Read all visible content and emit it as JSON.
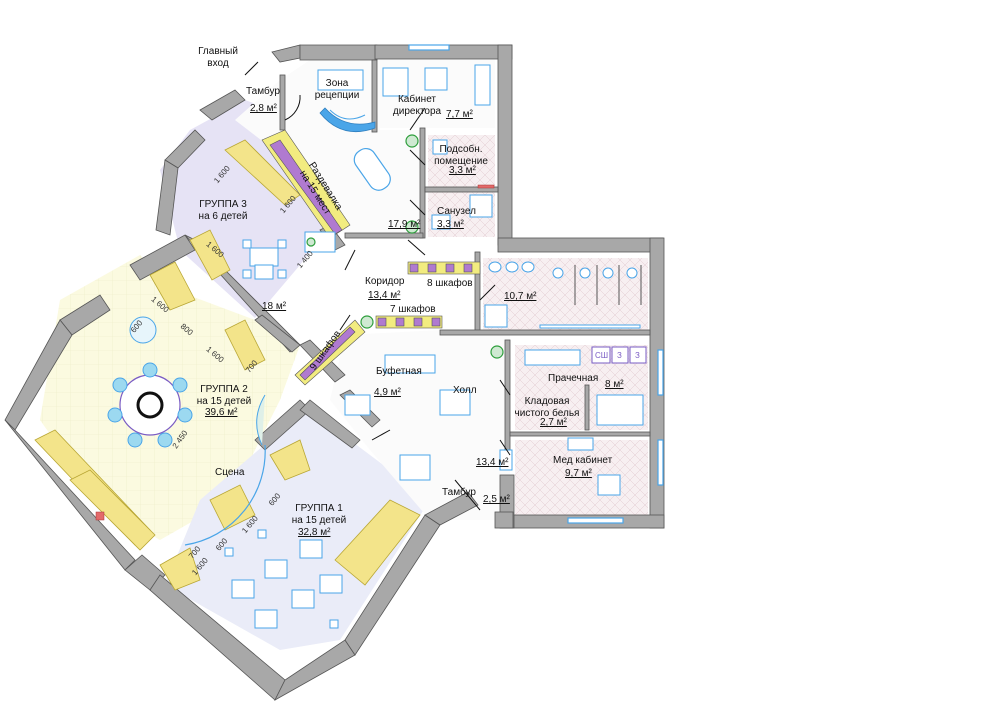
{
  "rooms": {
    "main_entrance": "Главный\nвход",
    "vestibule_top": "Тамбур",
    "vestibule_top_area": "2,8 м²",
    "reception": "Зона\nрецепции",
    "director": "Кабинет\nдиректора",
    "director_area": "7,7 м²",
    "wardrobe": "Раздевалка\nна 15 мест",
    "wardrobe_area": "17,9 м²",
    "auxiliary": "Подсобн.\nпомещение",
    "auxiliary_area": "3,3 м²",
    "bathroom": "Санузел",
    "bathroom_area": "3,3 м²",
    "group3": "ГРУППА 3\nна 6 детей",
    "group3_area": "18 м²",
    "corridor": "Коридор",
    "corridor_area": "13,4 м²",
    "lockers8": "8 шкафов",
    "toilets_area": "10,7 м²",
    "lockers7": "7 шкафов",
    "lockers9": "9 шкафов",
    "group2": "ГРУППА 2\nна 15 детей",
    "group2_area": "39,6 м²",
    "pantry": "Буфетная",
    "pantry_area": "4,9 м²",
    "hall": "Холл",
    "hall_area": "13,4 м²",
    "laundry": "Прачечная",
    "laundry_area": "8 м²",
    "linen": "Кладовая\nчистого белья",
    "linen_area": "2,7 м²",
    "medical": "Мед кабинет",
    "medical_area": "9,7 м²",
    "stage": "Сцена",
    "group1": "ГРУППА 1\nна 15 детей",
    "group1_area": "32,8 м²",
    "vestibule_bottom": "Тамбур",
    "vestibule_bottom_area": "2,5 м²"
  },
  "laundry_appliances": [
    "СШ",
    "З",
    "З"
  ],
  "dimensions": {
    "g3_a": "1 600",
    "g3_b": "1 600",
    "g3_c": "1 600",
    "g3_d": "1 400",
    "g2_a": "1 600",
    "g2_b": "800",
    "g2_c": "600",
    "g2_d": "1 600",
    "g2_e": "700",
    "g2_f": "2 450",
    "g1_a": "600",
    "g1_b": "1 600",
    "g1_c": "600",
    "g1_d": "700",
    "g1_e": "1 600"
  },
  "colors": {
    "wall": "#a8a8a8",
    "wall_edge": "#555555",
    "group3_floor": "#e6e3f5",
    "group2_floor": "#fbfae0",
    "group1_floor": "#eaecf8",
    "tile": "#f6eef0",
    "furniture": "#f3e48a",
    "furniture_edge": "#b9a735",
    "blue_fixture": "#4aa5e8",
    "locker_purple": "#b07ad0",
    "locker_yellow": "#f2ec80",
    "plant": "#2e9e3c"
  }
}
